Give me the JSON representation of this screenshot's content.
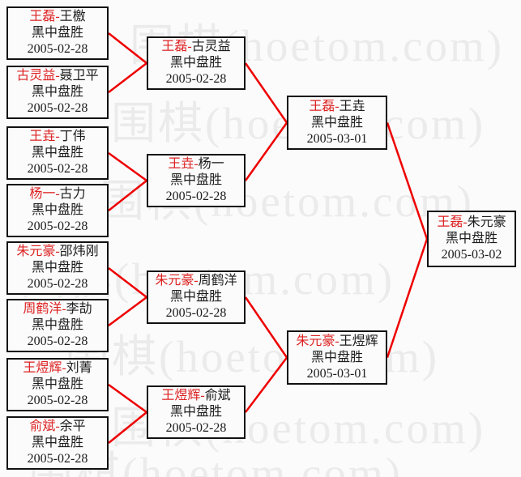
{
  "title": "Go tournament knockout bracket (hoetom.com)",
  "separator": "-",
  "watermark": {
    "text": "围棋(hoetom.com)",
    "color": "#ebebeb"
  },
  "colors": {
    "winner_name": "#dd2222",
    "connector_line": "#ee0000",
    "box_border": "#111111",
    "background": "#fbfbfb"
  },
  "rounds": [
    {
      "name": "round-1",
      "matches": [
        {
          "winner": "王磊",
          "loser": "王檄",
          "result": "黑中盘胜",
          "date": "2005-02-28"
        },
        {
          "winner": "古灵益",
          "loser": "聂卫平",
          "result": "黑中盘胜",
          "date": "2005-02-28"
        },
        {
          "winner": "王垚",
          "loser": "丁伟",
          "result": "黑中盘胜",
          "date": "2005-02-28"
        },
        {
          "winner": "杨一",
          "loser": "古力",
          "result": "黑中盘胜",
          "date": "2005-02-28"
        },
        {
          "winner": "朱元豪",
          "loser": "邵炜刚",
          "result": "黑中盘胜",
          "date": "2005-02-28"
        },
        {
          "winner": "周鹤洋",
          "loser": "李劼",
          "result": "黑中盘胜",
          "date": "2005-02-28"
        },
        {
          "winner": "王煜辉",
          "loser": "刘菁",
          "result": "黑中盘胜",
          "date": "2005-02-28"
        },
        {
          "winner": "俞斌",
          "loser": "余平",
          "result": "黑中盘胜",
          "date": "2005-02-28"
        }
      ]
    },
    {
      "name": "round-2",
      "matches": [
        {
          "winner": "王磊",
          "loser": "古灵益",
          "result": "黑中盘胜",
          "date": "2005-02-28"
        },
        {
          "winner": "王垚",
          "loser": "杨一",
          "result": "黑中盘胜",
          "date": "2005-02-28"
        },
        {
          "winner": "朱元豪",
          "loser": "周鹤洋",
          "result": "黑中盘胜",
          "date": "2005-02-28"
        },
        {
          "winner": "王煜辉",
          "loser": "俞斌",
          "result": "黑中盘胜",
          "date": "2005-02-28"
        }
      ]
    },
    {
      "name": "semifinals",
      "matches": [
        {
          "winner": "王磊",
          "loser": "王垚",
          "result": "黑中盘胜",
          "date": "2005-03-01"
        },
        {
          "winner": "朱元豪",
          "loser": "王煜辉",
          "result": "黑中盘胜",
          "date": "2005-03-01"
        }
      ]
    },
    {
      "name": "final",
      "matches": [
        {
          "winner": "王磊",
          "loser": "朱元豪",
          "result": "黑中盘胜",
          "date": "2005-03-02"
        }
      ]
    }
  ]
}
